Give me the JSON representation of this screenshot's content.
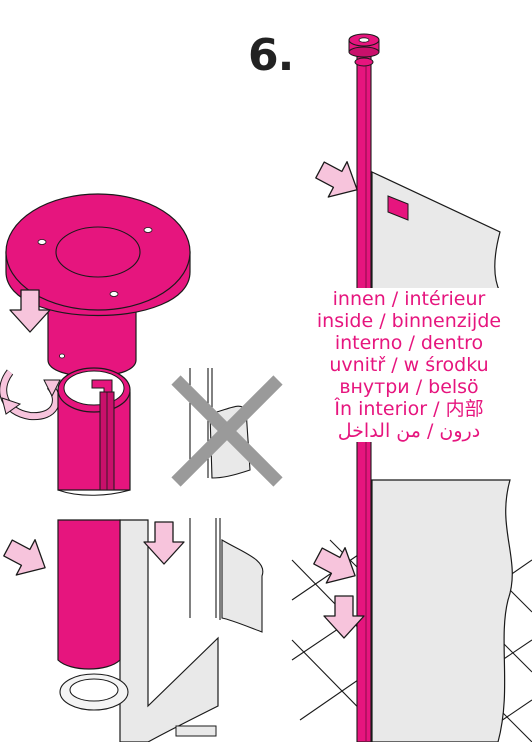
{
  "step": {
    "number": "6."
  },
  "labels": [
    "innen / intérieur",
    "inside / binnenzijde",
    "interno / dentro",
    "uvnitř / w środku",
    "внутри / belsö",
    "În interior / 内部",
    "درون / من الداخل"
  ],
  "colors": {
    "accent": "#e6157e",
    "arrow_fill": "#f7c4dc",
    "panel": "#e9e9e9",
    "cross": "#9a9a9a",
    "line": "#1a1a1a"
  },
  "icons": {
    "arrow": "push-arrow-icon",
    "cross": "not-allowed-cross-icon",
    "rotate": "rotate-arrow-icon"
  }
}
